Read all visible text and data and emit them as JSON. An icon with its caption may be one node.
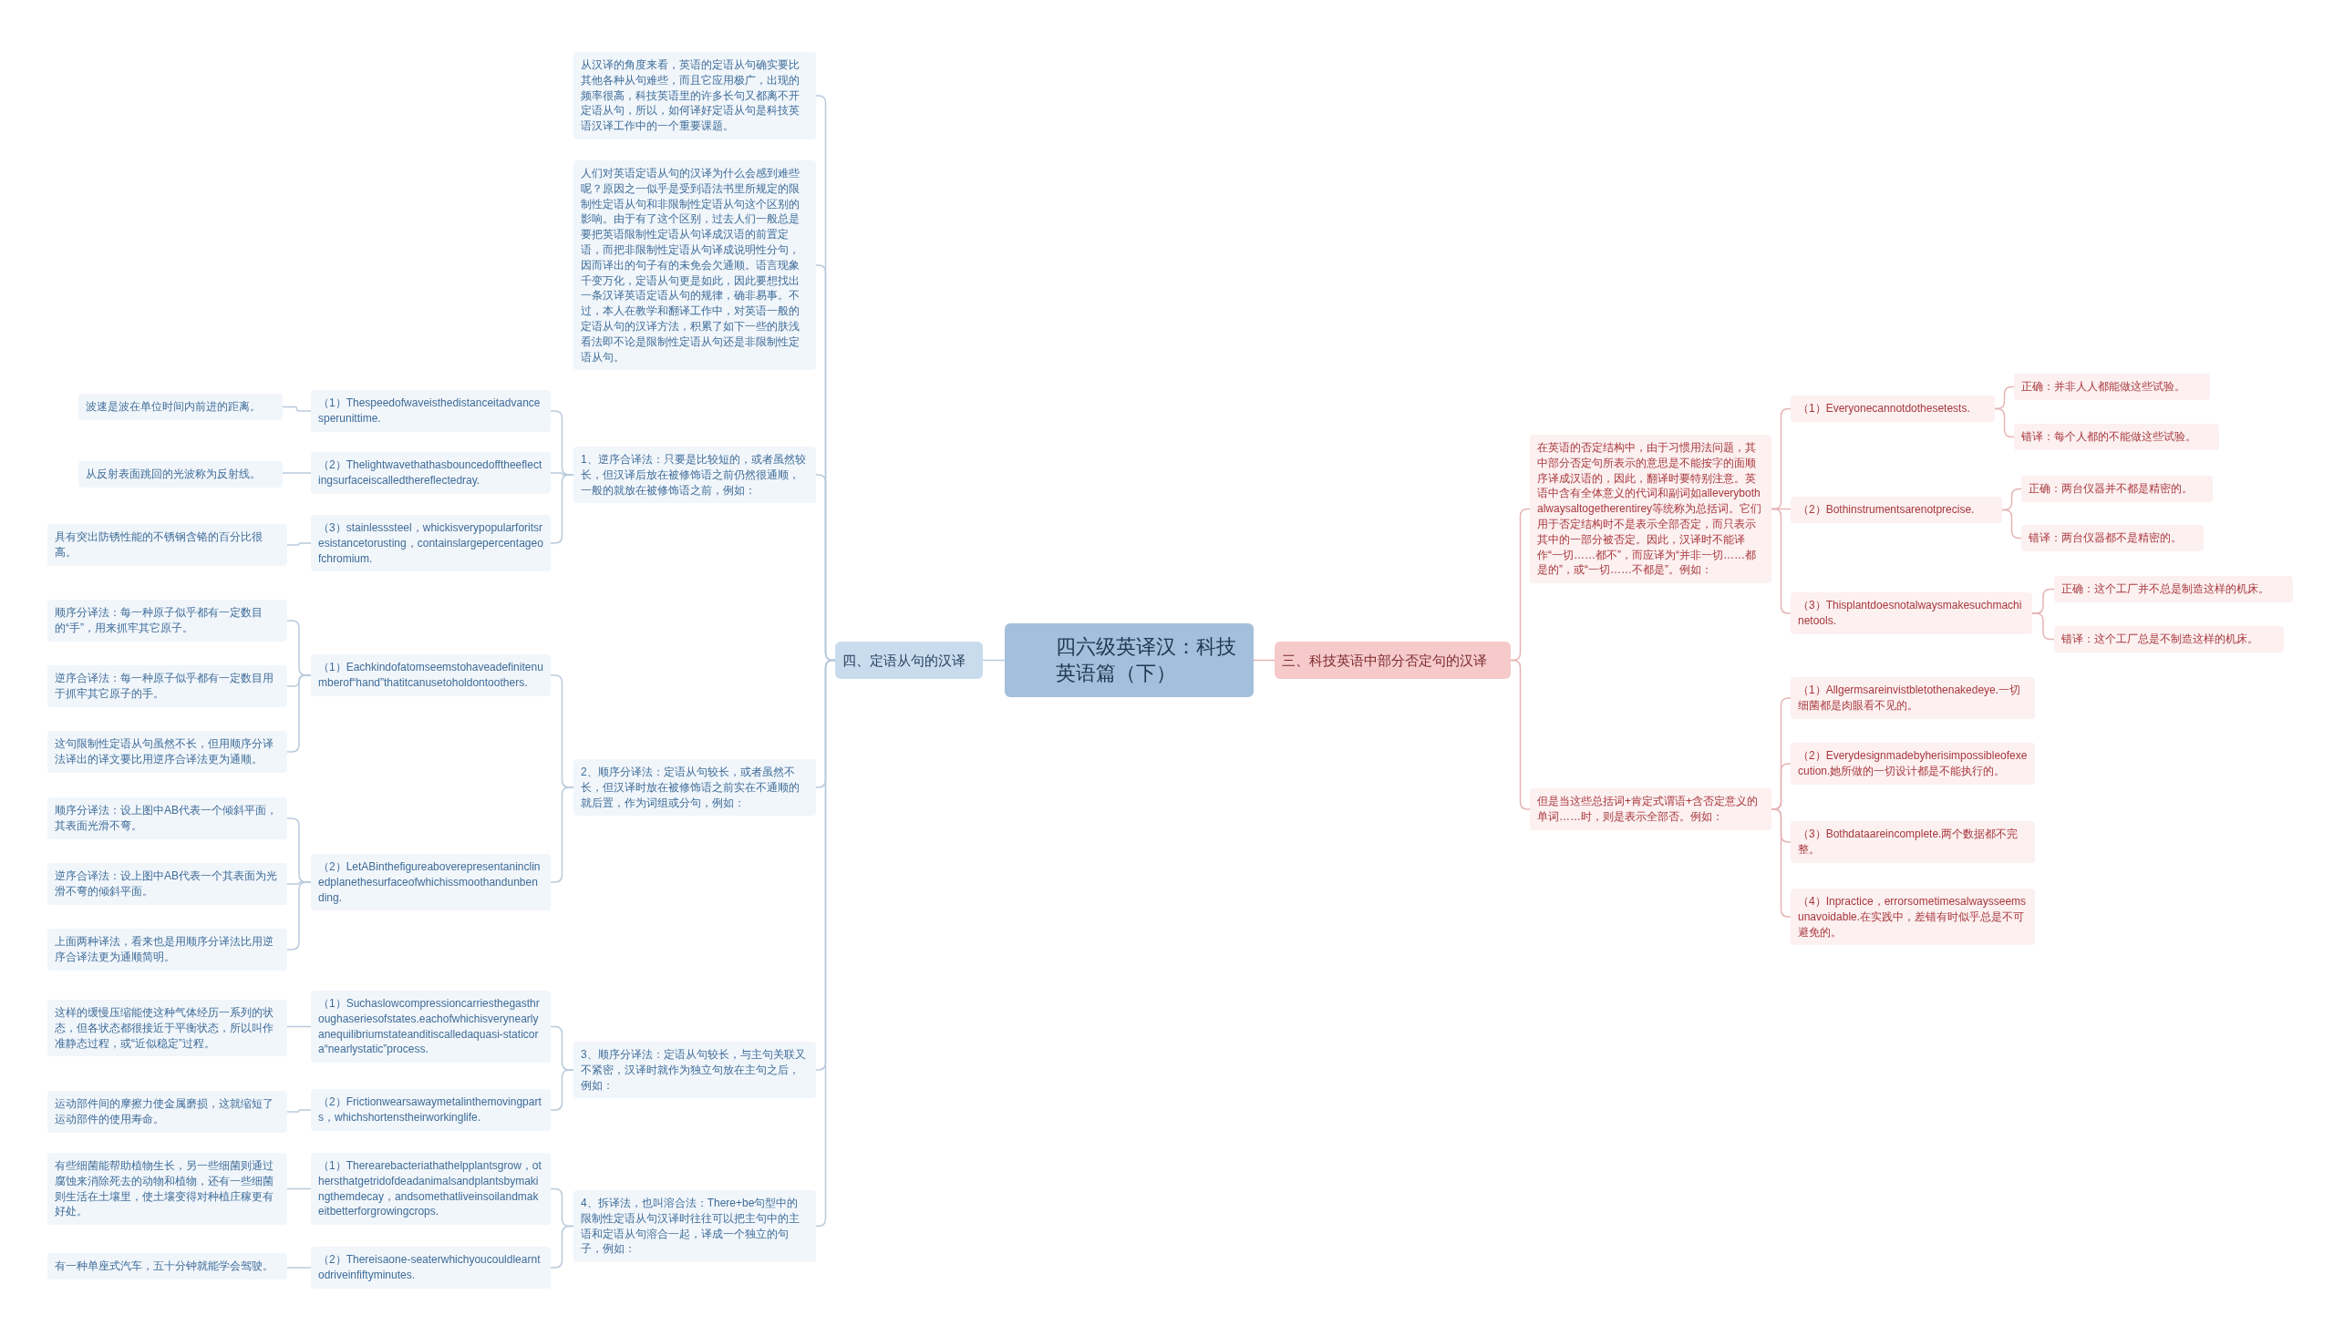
{
  "diagram": {
    "nodes": [
      {
        "text": [
          "四六级英译汉：科技英语篇（下）"
        ]
      },
      {
        "text": [
          "四、定语从句的汉译"
        ]
      },
      {
        "text": [
          "从汉译的角度来看，英语的定语从句确实要比其他各种从句难些，而且它应用极广，出现的频率很高，科技英语里的许多长句又都离不开定语从句，所以，如何译好定语从句是科技英语汉译工作中的一个重要课题。"
        ]
      },
      {
        "text": [
          "人们对英语定语从句的汉译为什么会感到难些呢？原因之一似乎是受到语法书里所规定的限制性定语从句和非限制性定语从句这个区别的影响。由于有了这个区别，过去人们一般总是要把英语限制性定语从句译成汉语的前置定语，而把非限制性定语从句译成说明性分句，因而译出的句子有的未免会欠通顺。语言现象千变万化，定语从句更是如此，因此要想找出一条汉译英语定语从句的规律，确非易事。不过，本人在教学和翻译工作中，对英语一般的定语从句的汉译方法，积累了如下一些的肤浅看法即不论是限制性定语从句还是非限制性定语从句。"
        ]
      },
      {
        "text": [
          "1、逆序合译法：只要是比较短的，或者虽然较长，但汉译后放在被修饰语之前仍然很通顺，一般的就放在被修饰语之前，例如："
        ]
      },
      {
        "text": [
          "（1）Thespeedofwaveisthedistanceitadvancesperunittime."
        ]
      },
      {
        "text": [
          "波速是波在单位时间内前进的距离。"
        ]
      },
      {
        "text": [
          "（2）Thelightwavethathasbouncedofftheeflectingsurfaceiscalledthereflectedray."
        ]
      },
      {
        "text": [
          "从反射表面跳回的光波称为反射线。"
        ]
      },
      {
        "text": [
          "（3）stainlesssteel，whickisverypopularforitsresistancetorusting，containslargepercentageofchromium."
        ]
      },
      {
        "text": [
          "具有突出防锈性能的不锈钢含铬的百分比很高。"
        ]
      },
      {
        "text": [
          "2、顺序分译法：定语从句较长，或者虽然不长，但汉译时放在被修饰语之前实在不通顺的就后置，作为词组或分句，例如："
        ]
      },
      {
        "text": [
          "（1）Eachkindofatomseemstohaveadefinitenumberof“hand”thatitcanusetoholdontoothers."
        ]
      },
      {
        "text": [
          "顺序分译法：每一种原子似乎都有一定数目的“手”，用来抓牢其它原子。"
        ]
      },
      {
        "text": [
          "逆序合译法：每一种原子似乎都有一定数目用于抓牢其它原子的手。"
        ]
      },
      {
        "text": [
          "这句限制性定语从句虽然不长，但用顺序分译法译出的译文要比用逆序合译法更为通顺。"
        ]
      },
      {
        "text": [
          "（2）LetABinthefigureaboverepresentaninclinedplanethesurfaceofwhichissmoothandunbending."
        ]
      },
      {
        "text": [
          "顺序分译法：设上图中AB代表一个倾斜平面，其表面光滑不弯。"
        ]
      },
      {
        "text": [
          "逆序合译法：设上图中AB代表一个其表面为光滑不弯的倾斜平面。"
        ]
      },
      {
        "text": [
          "上面两种译法，看来也是用顺序分译法比用逆序合译法更为通顺简明。"
        ]
      },
      {
        "text": [
          "3、顺序分译法：定语从句较长，与主句关联又不紧密，汉译时就作为独立句放在主句之后，例如："
        ]
      },
      {
        "text": [
          "（1）Suchaslowcompressioncarriesthegasthroughaseriesofstates.eachofwhichisverynearlyanequilibriumstateanditiscalledaquasi-staticora“nearlystatic”process."
        ]
      },
      {
        "text": [
          "这样的缓慢压缩能使这种气体经历一系列的状态，但各状态都很接近于平衡状态，所以叫作准静态过程，或“近似稳定”过程。"
        ]
      },
      {
        "text": [
          "（2）Frictionwearsawaymetalinthemovingparts，whichshortenstheirworkinglife."
        ]
      },
      {
        "text": [
          "运动部件间的摩擦力使金属磨损，这就缩短了运动部件的使用寿命。"
        ]
      },
      {
        "text": [
          "4、拆译法，也叫溶合法：There+be句型中的限制性定语从句汉译时往往可以把主句中的主语和定语从句溶合一起，译成一个独立的句子，例如："
        ]
      },
      {
        "text": [
          "（1）Therearebacteriathathelpplantsgrow，othersthatgetridofdeadanimalsandplantsbymakingthemdecay，andsomethatliveinsoilandmakeitbetterforgrowingcrops."
        ]
      },
      {
        "text": [
          "有些细菌能帮助植物生长，另一些细菌则通过腐蚀来消除死去的动物和植物，还有一些细菌则生活在土壤里，使土壤变得对种植庄稼更有好处。"
        ]
      },
      {
        "text": [
          "（2）Thereisaone-seaterwhichyoucouldlearntodriveinfiftyminutes."
        ]
      },
      {
        "text": [
          "有一种单座式汽车，五十分钟就能学会驾驶。"
        ]
      },
      {
        "text": [
          "三、科技英语中部分否定句的汉译"
        ]
      },
      {
        "text": [
          "在英语的否定结构中，由于习惯用法问题，其中部分否定句所表示的意思是不能按字的面顺序译成汉语的，因此，翻译时要特别注意。英语中含有全体意义的代词和副词如alleverybothalwaysaltogetherentirey等统称为总括词。它们用于否定结构时不是表示全部否定，而只表示其中的一部分被否定。因此，汉译时不能译作“一切……都不”，而应译为“并非一切……都是的”，或“一切……不都是”。例如："
        ]
      },
      {
        "text": [
          "（1）Everyonecannotdothesetests."
        ]
      },
      {
        "text": [
          "正确：并非人人都能做这些试验。"
        ]
      },
      {
        "text": [
          "错译：每个人都的不能做这些试验。"
        ]
      },
      {
        "text": [
          "（2）Bothinstrumentsarenotprecise."
        ]
      },
      {
        "text": [
          "正确：两台仪器并不都是精密的。"
        ]
      },
      {
        "text": [
          "错译：两台仪器都不是精密的。"
        ]
      },
      {
        "text": [
          "（3）Thisplantdoesnotalwaysmakesuchmachinetools."
        ]
      },
      {
        "text": [
          "正确：这个工厂并不总是制造这样的机床。"
        ]
      },
      {
        "text": [
          "错译：这个工厂总是不制造这样的机床。"
        ]
      },
      {
        "text": [
          "但是当这些总括词+肯定式谓语+含否定意义的单词……时，则是表示全部否。例如："
        ]
      },
      {
        "text": [
          "（1）Allgermsareinvistbletothenakedeye.一切细菌都是肉眼看不见的。"
        ]
      },
      {
        "text": [
          "（2）Everydesignmadebyherisimpossibleofexecution.她所做的一切设计都是不能执行的。"
        ]
      },
      {
        "text": [
          "（3）Bothdataareincomplete.两个数据都不完整。"
        ]
      },
      {
        "text": [
          "（4）Inpractice，errorsometimesalwaysseemsunavoidable.在实践中，差错有时似乎总是不可避免的。"
        ]
      }
    ],
    "edges": [
      {
        "from": 0,
        "to": 1,
        "arrow": "none"
      },
      {
        "from": 1,
        "to": 2,
        "arrow": "none"
      },
      {
        "from": 1,
        "to": 3,
        "arrow": "none"
      },
      {
        "from": 1,
        "to": 4,
        "arrow": "none"
      },
      {
        "from": 4,
        "to": 5,
        "arrow": "none"
      },
      {
        "from": 5,
        "to": 6,
        "arrow": "none"
      },
      {
        "from": 4,
        "to": 7,
        "arrow": "none"
      },
      {
        "from": 7,
        "to": 8,
        "arrow": "none"
      },
      {
        "from": 4,
        "to": 9,
        "arrow": "none"
      },
      {
        "from": 9,
        "to": 10,
        "arrow": "none"
      },
      {
        "from": 1,
        "to": 11,
        "arrow": "none"
      },
      {
        "from": 11,
        "to": 12,
        "arrow": "none"
      },
      {
        "from": 12,
        "to": 13,
        "arrow": "none"
      },
      {
        "from": 12,
        "to": 14,
        "arrow": "none"
      },
      {
        "from": 12,
        "to": 15,
        "arrow": "none"
      },
      {
        "from": 11,
        "to": 16,
        "arrow": "none"
      },
      {
        "from": 16,
        "to": 17,
        "arrow": "none"
      },
      {
        "from": 16,
        "to": 18,
        "arrow": "none"
      },
      {
        "from": 16,
        "to": 19,
        "arrow": "none"
      },
      {
        "from": 1,
        "to": 20,
        "arrow": "none"
      },
      {
        "from": 20,
        "to": 21,
        "arrow": "none"
      },
      {
        "from": 21,
        "to": 22,
        "arrow": "none"
      },
      {
        "from": 20,
        "to": 23,
        "arrow": "none"
      },
      {
        "from": 23,
        "to": 24,
        "arrow": "none"
      },
      {
        "from": 1,
        "to": 25,
        "arrow": "none"
      },
      {
        "from": 25,
        "to": 26,
        "arrow": "none"
      },
      {
        "from": 26,
        "to": 27,
        "arrow": "none"
      },
      {
        "from": 25,
        "to": 28,
        "arrow": "none"
      },
      {
        "from": 28,
        "to": 29,
        "arrow": "none"
      },
      {
        "from": 0,
        "to": 30,
        "arrow": "none",
        "color": "#e6b4b6"
      },
      {
        "from": 30,
        "to": 31,
        "arrow": "none",
        "color": "#e6b4b6"
      },
      {
        "from": 31,
        "to": 32,
        "arrow": "none",
        "color": "#e6b4b6"
      },
      {
        "from": 32,
        "to": 33,
        "arrow": "none",
        "color": "#e6b4b6"
      },
      {
        "from": 32,
        "to": 34,
        "arrow": "none",
        "color": "#e6b4b6"
      },
      {
        "from": 31,
        "to": 35,
        "arrow": "none",
        "color": "#e6b4b6"
      },
      {
        "from": 35,
        "to": 36,
        "arrow": "none",
        "color": "#e6b4b6"
      },
      {
        "from": 35,
        "to": 37,
        "arrow": "none",
        "color": "#e6b4b6"
      },
      {
        "from": 31,
        "to": 38,
        "arrow": "none",
        "color": "#e6b4b6"
      },
      {
        "from": 38,
        "to": 39,
        "arrow": "none",
        "color": "#e6b4b6"
      },
      {
        "from": 38,
        "to": 40,
        "arrow": "none",
        "color": "#e6b4b6"
      },
      {
        "from": 30,
        "to": 41,
        "arrow": "none",
        "color": "#e6b4b6"
      },
      {
        "from": 41,
        "to": 42,
        "arrow": "none",
        "color": "#e6b4b6"
      },
      {
        "from": 41,
        "to": 43,
        "arrow": "none",
        "color": "#e6b4b6"
      },
      {
        "from": 41,
        "to": 44,
        "arrow": "none",
        "color": "#e6b4b6"
      },
      {
        "from": 41,
        "to": 45,
        "arrow": "none",
        "color": "#e6b4b6"
      }
    ]
  }
}
